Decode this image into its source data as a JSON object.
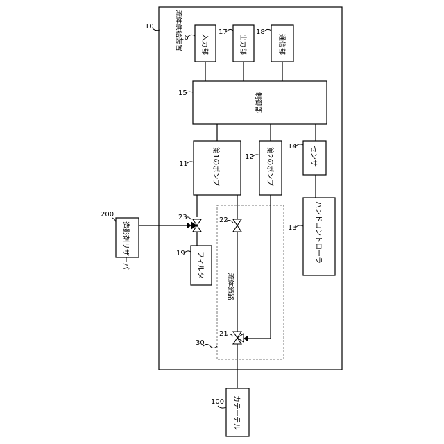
{
  "device": {
    "ref": "10",
    "label": "流体供給装置"
  },
  "blocks": {
    "input": {
      "ref": "16",
      "label": "入力部"
    },
    "output": {
      "ref": "17",
      "label": "出力部"
    },
    "comm": {
      "ref": "18",
      "label": "通信部"
    },
    "control": {
      "ref": "15",
      "label": "制御部"
    },
    "pump1": {
      "ref": "11",
      "label": "第1のポンプ"
    },
    "pump2": {
      "ref": "12",
      "label": "第2のポンプ"
    },
    "sensor": {
      "ref": "14",
      "label": "センサ"
    },
    "handctrl": {
      "ref": "13",
      "label": "ハンドコントローラ"
    },
    "filter": {
      "ref": "19",
      "label": "フィルタ"
    },
    "reservoir": {
      "ref": "200",
      "label": "造影剤リザーバ"
    },
    "catheter": {
      "ref": "100",
      "label": "カテーテル"
    }
  },
  "flow_path": {
    "ref": "30",
    "label": "流体通路"
  },
  "valves": {
    "v21": {
      "ref": "21"
    },
    "v22": {
      "ref": "22"
    },
    "v23": {
      "ref": "23"
    }
  }
}
